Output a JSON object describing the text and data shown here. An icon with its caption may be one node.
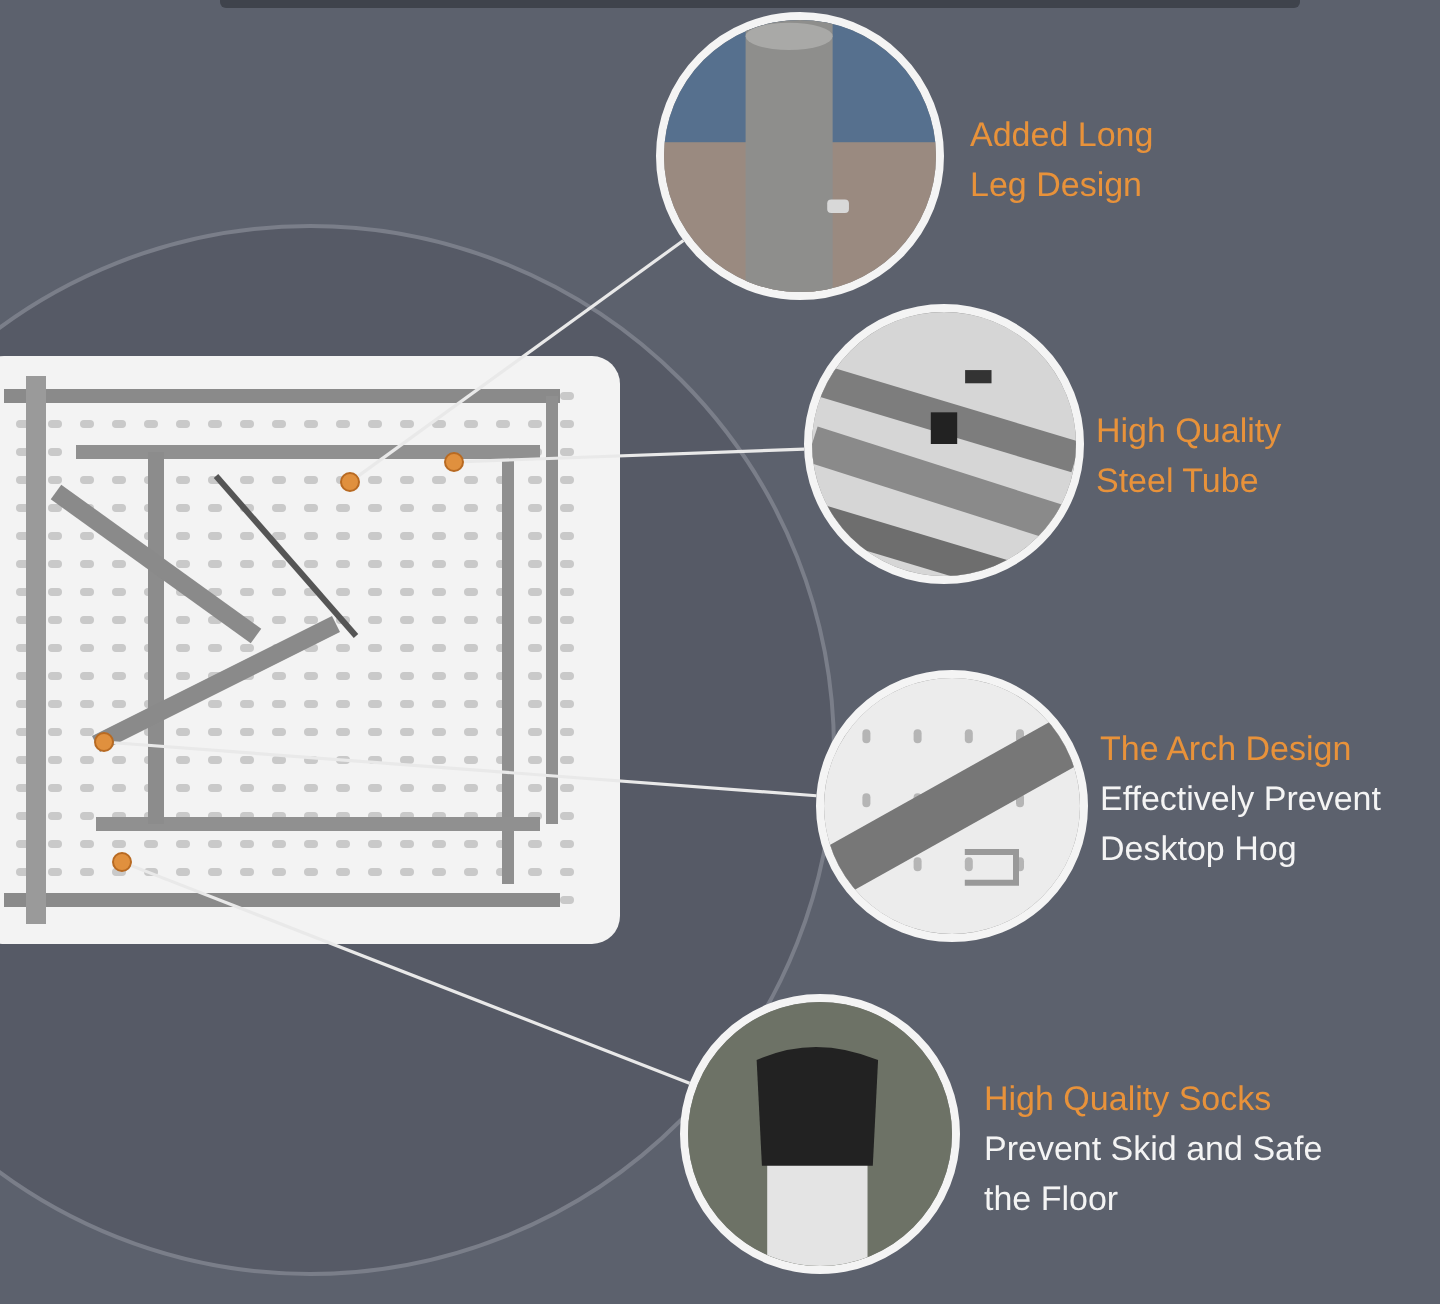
{
  "diagram": {
    "nodes": [
      {
        "text": [],
        "shape": "picture"
      },
      {
        "text": [],
        "shape": "circle",
        "in": 0
      },
      {
        "text": [],
        "shape": "circle",
        "in": 0
      },
      {
        "text": [],
        "shape": "circle",
        "in": 0
      },
      {
        "text": [],
        "shape": "circle",
        "in": 0
      },
      {
        "text": [],
        "shape": "picture",
        "beside": [
          "Added Long Leg Design"
        ]
      },
      {
        "text": [],
        "shape": "picture",
        "beside": [
          "High Quality Steel Tube"
        ]
      },
      {
        "text": [],
        "shape": "picture",
        "beside": [
          "The Arch Design",
          "Effectively Prevent Desktop Hog"
        ]
      },
      {
        "text": [],
        "shape": "picture",
        "beside": [
          "High Quality Socks",
          "Prevent Skid and Safe the Floor"
        ]
      }
    ],
    "edges": [
      {
        "from": 1,
        "to": 5,
        "arrow": "none"
      },
      {
        "from": 2,
        "to": 6,
        "arrow": "none"
      },
      {
        "from": 3,
        "to": 7,
        "arrow": "none"
      },
      {
        "from": 4,
        "to": 8,
        "arrow": "none"
      }
    ]
  }
}
